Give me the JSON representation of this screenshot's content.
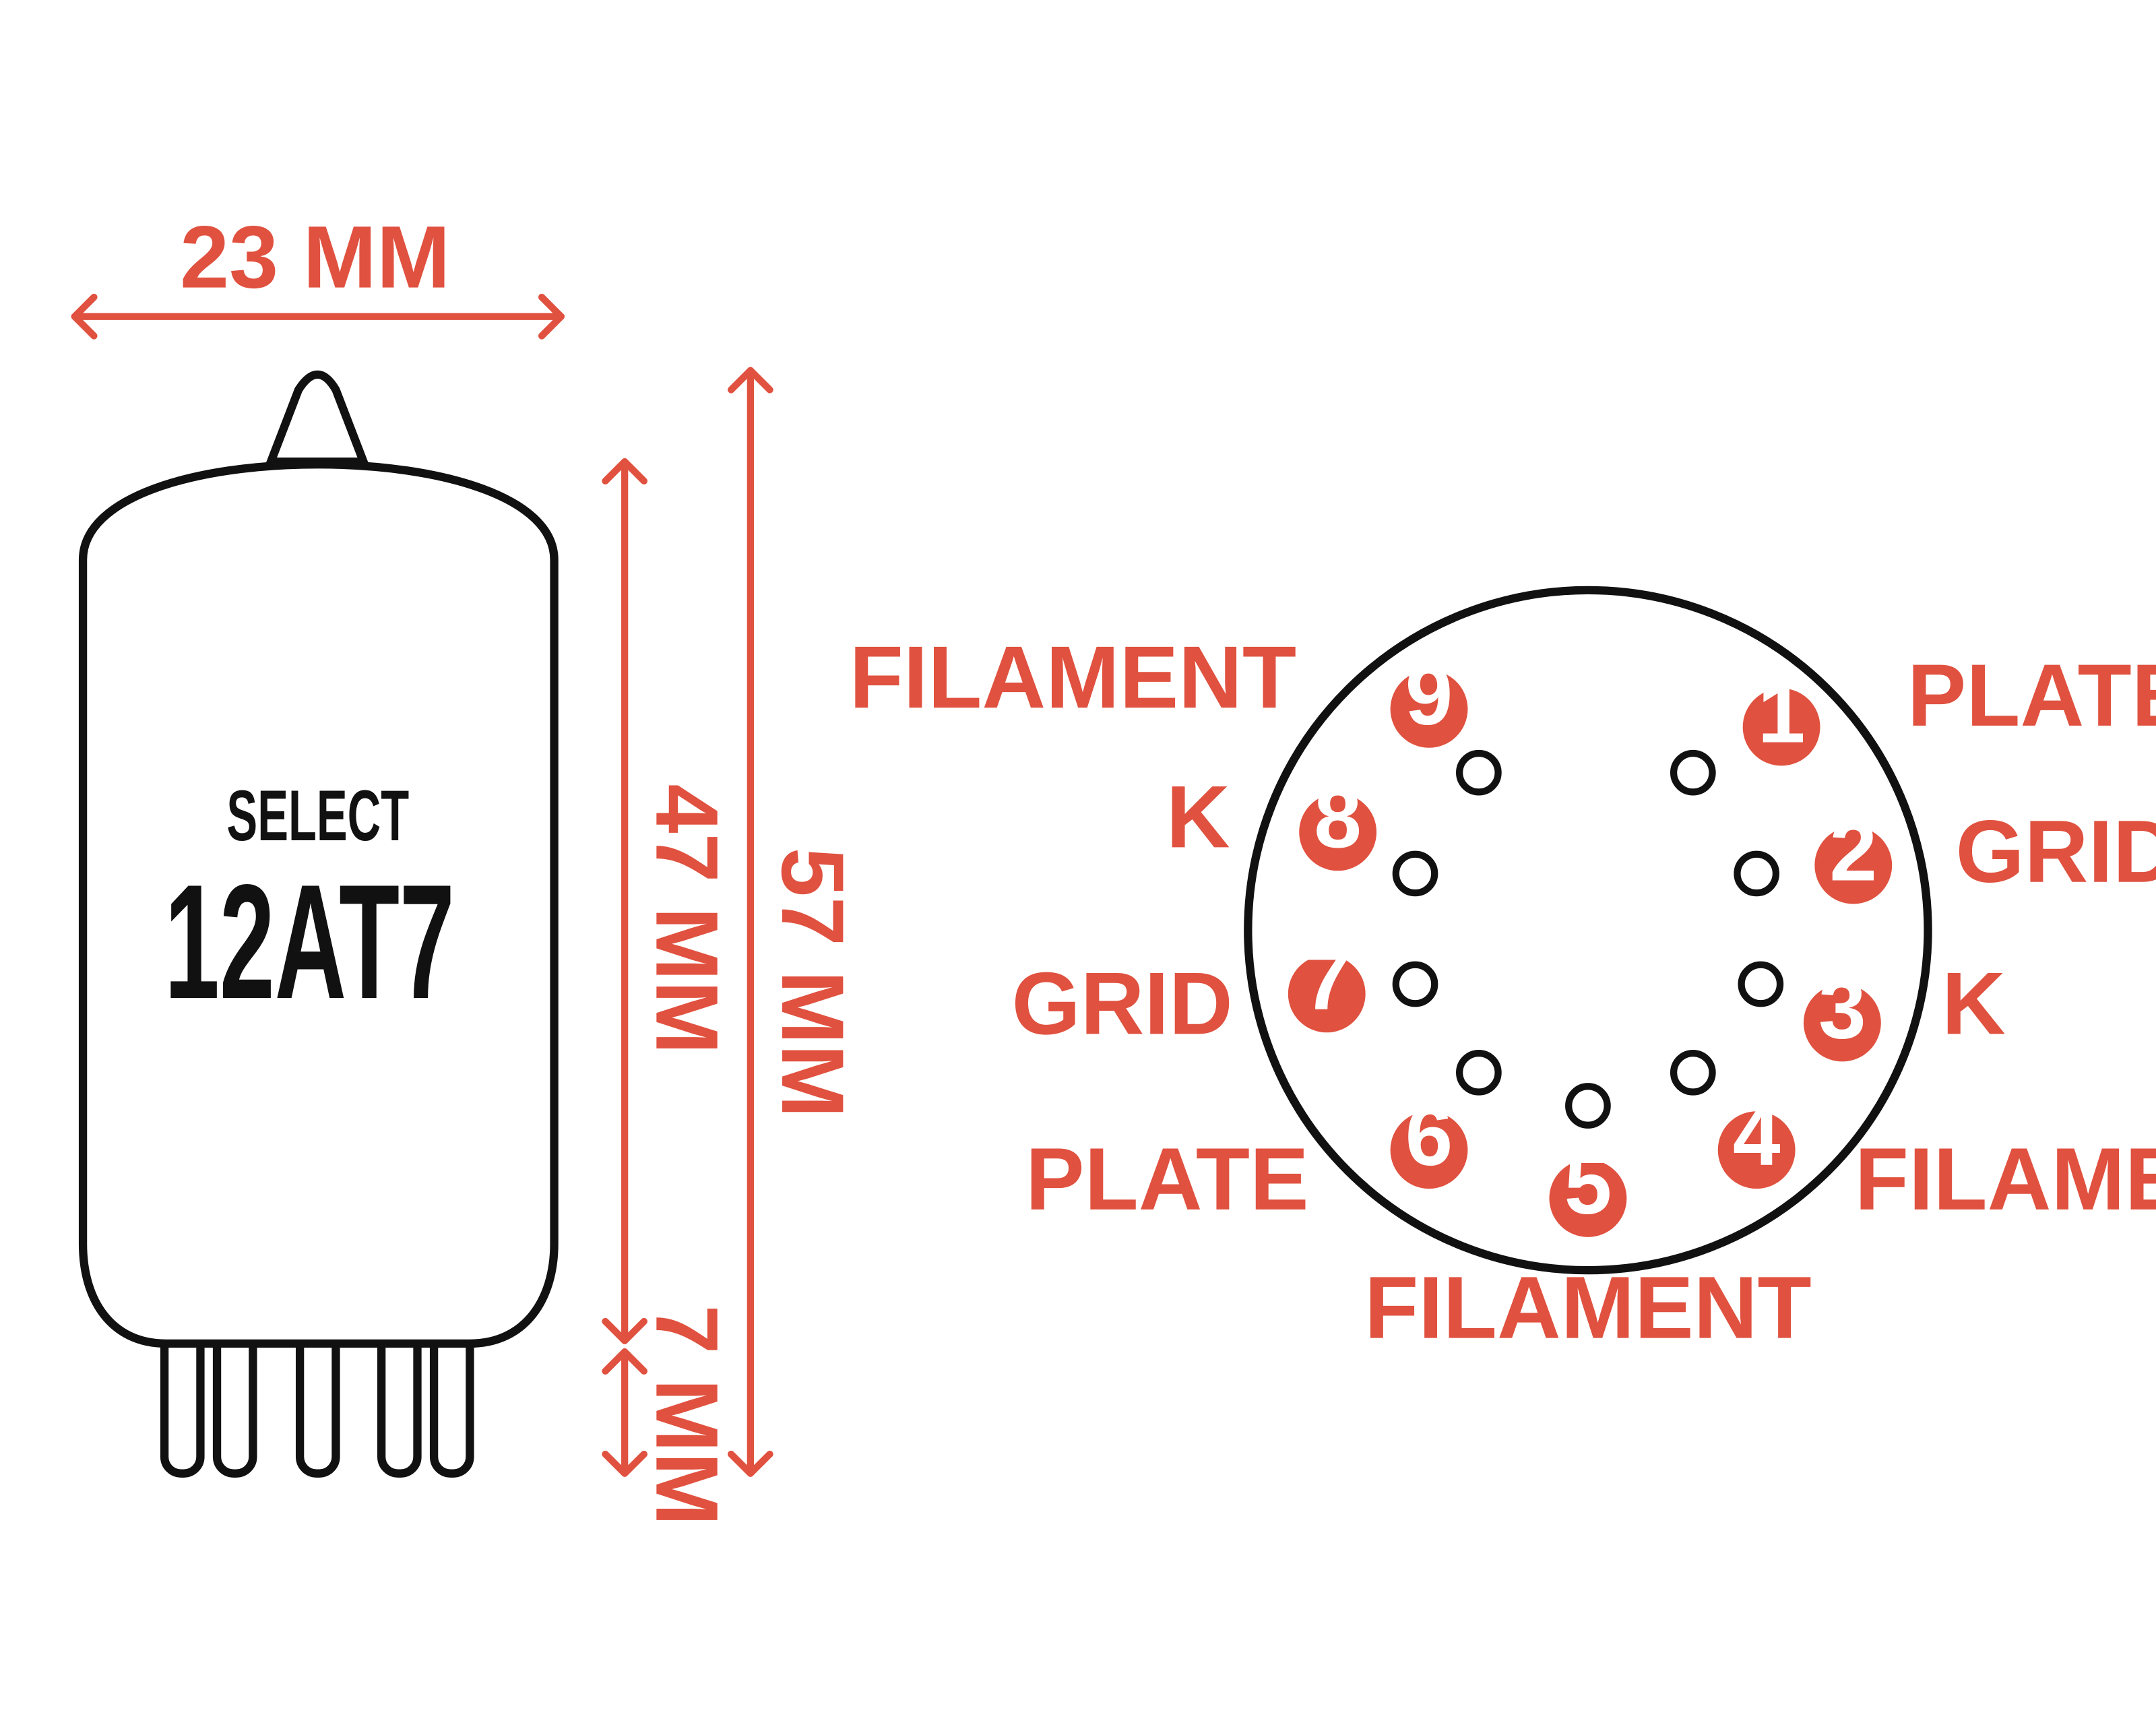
{
  "colors": {
    "accent": "#e0513f",
    "outline": "#111111",
    "background": "#ffffff"
  },
  "tube": {
    "brand": "SELECT",
    "model": "12AT7",
    "dimensions": {
      "width": "23 MM",
      "body_height": "47 MM",
      "total_height": "57 MM",
      "pin_length": "7 MM"
    }
  },
  "pinout": [
    {
      "pin": "1",
      "label": "PLATE"
    },
    {
      "pin": "2",
      "label": "GRID"
    },
    {
      "pin": "3",
      "label": "K"
    },
    {
      "pin": "4",
      "label": "FILAMENT"
    },
    {
      "pin": "5",
      "label": "FILAMENT"
    },
    {
      "pin": "6",
      "label": "PLATE"
    },
    {
      "pin": "7",
      "label": "GRID"
    },
    {
      "pin": "8",
      "label": "K"
    },
    {
      "pin": "9",
      "label": "FILAMENT"
    }
  ]
}
